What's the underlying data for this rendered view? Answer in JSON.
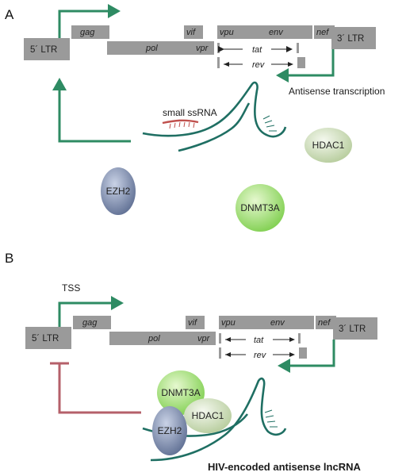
{
  "colors": {
    "gene_box": "#9a9a9a",
    "arrow_green": "#2e8b63",
    "inhibit_red": "#b5606a",
    "rna_strand": "#1f6f63",
    "small_rna": "#c0504d"
  },
  "panel_a": {
    "label": "A",
    "genome": {
      "ltr5": "5´ LTR",
      "ltr3": "3´ LTR",
      "gag": "gag",
      "pol": "pol",
      "vif": "vif",
      "vpr": "vpr",
      "vpu": "vpu",
      "env": "env",
      "nef": "nef",
      "tat": "tat",
      "rev": "rev"
    },
    "antisense_label": "Antisense transcription",
    "small_rna_label": "small ssRNA",
    "proteins": {
      "hdac1": "HDAC1",
      "ezh2": "EZH2",
      "dnmt3a": "DNMT3A"
    }
  },
  "panel_b": {
    "label": "B",
    "tss_label": "TSS",
    "genome": {
      "ltr5": "5´ LTR",
      "ltr3": "3´ LTR",
      "gag": "gag",
      "pol": "pol",
      "vif": "vif",
      "vpr": "vpr",
      "vpu": "vpu",
      "env": "env",
      "nef": "nef",
      "tat": "tat",
      "rev": "rev"
    },
    "proteins": {
      "dnmt3a": "DNMT3A",
      "hdac1": "HDAC1",
      "ezh2": "EZH2"
    },
    "caption": "HIV-encoded antisense lncRNA"
  }
}
